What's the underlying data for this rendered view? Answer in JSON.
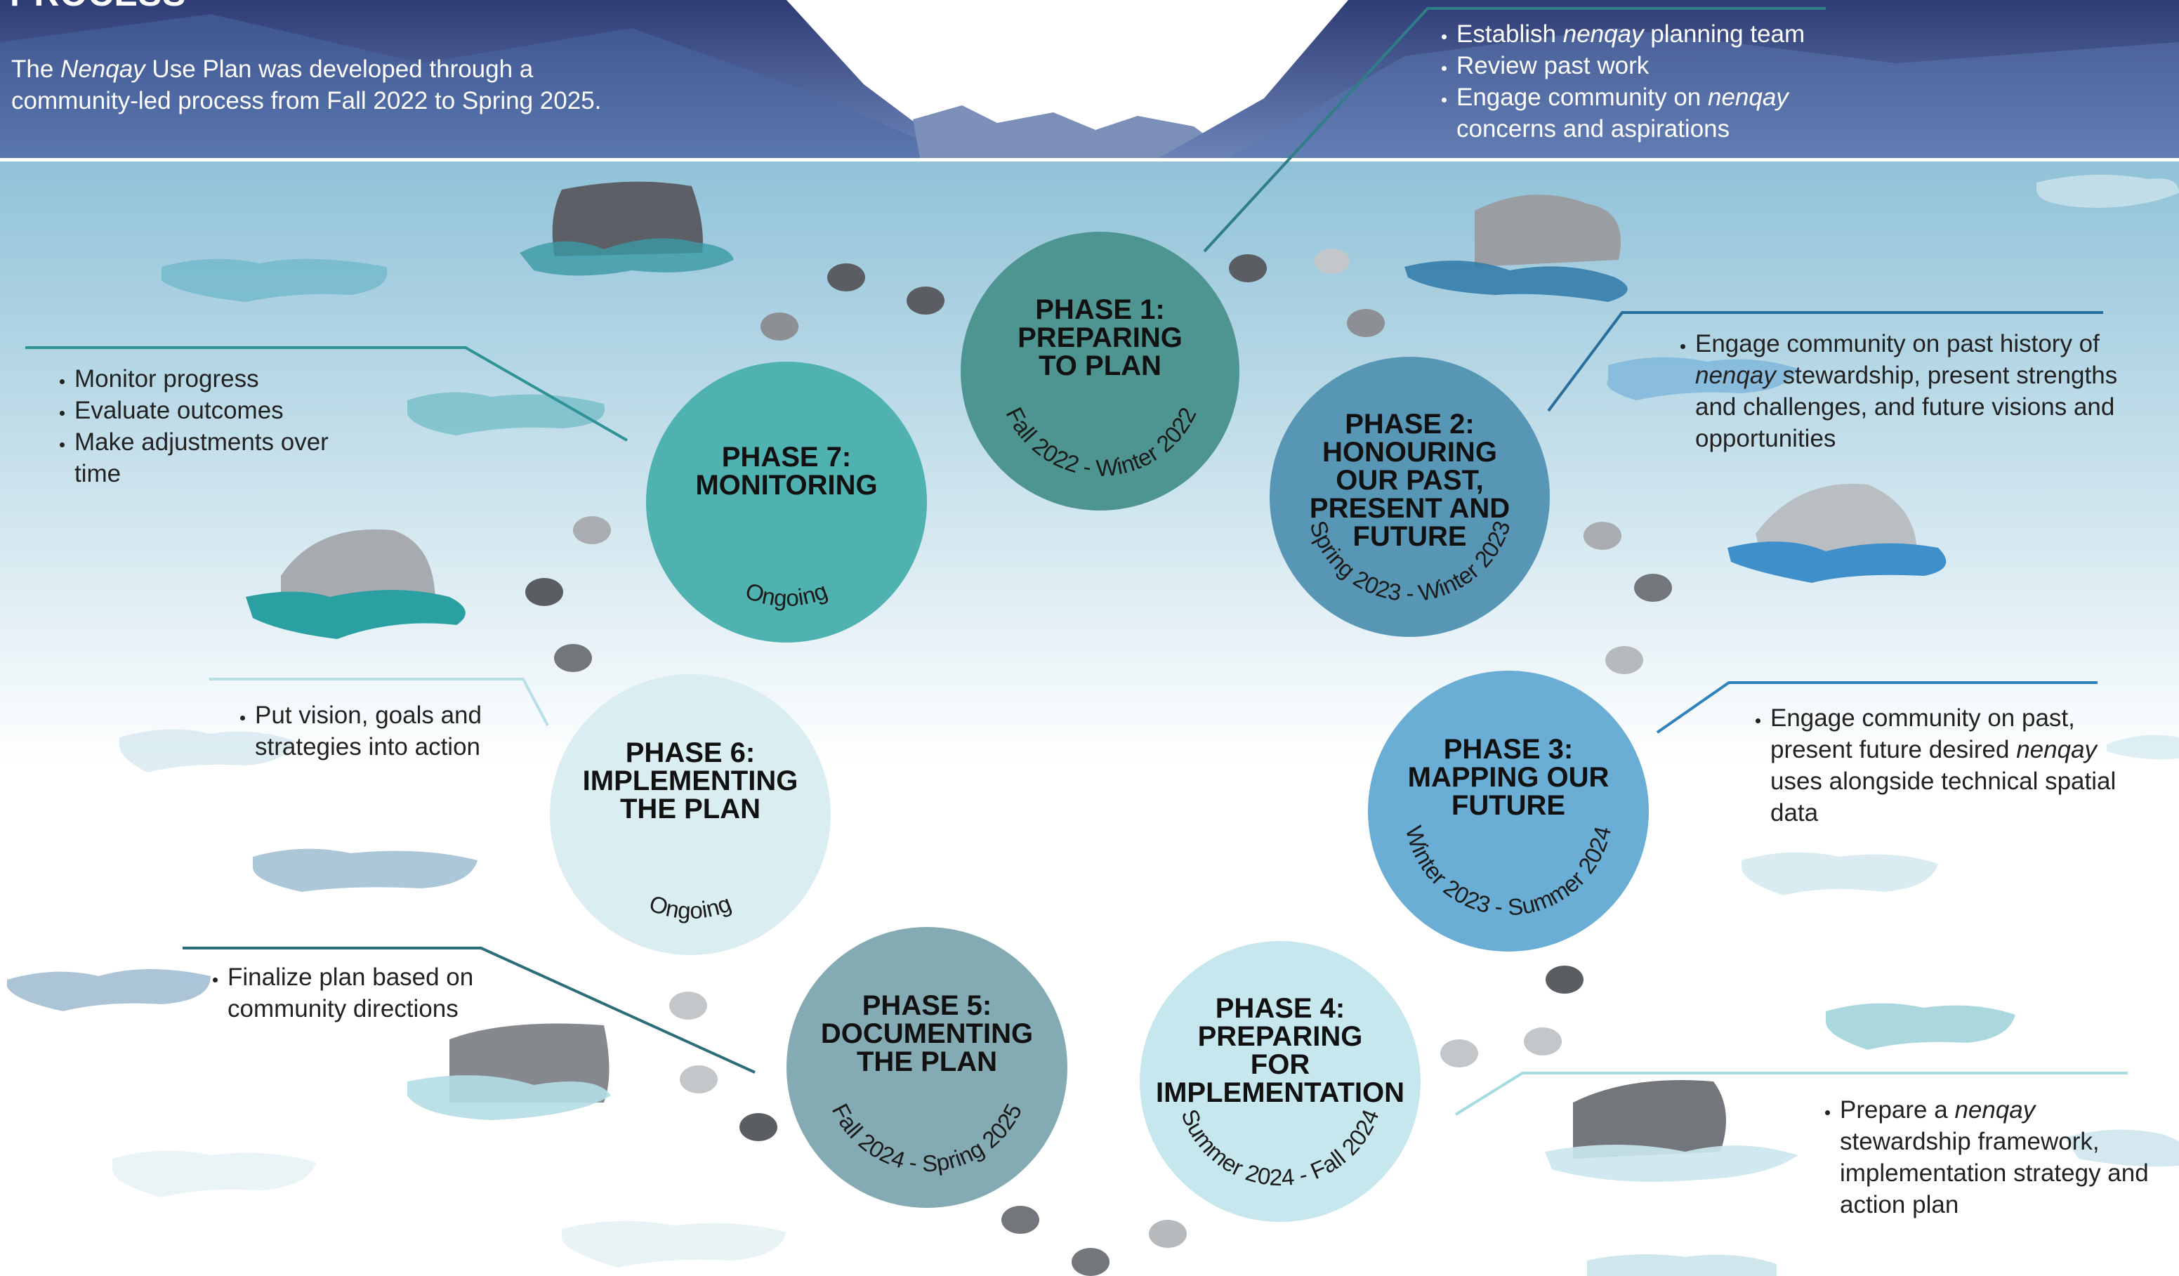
{
  "header": {
    "title": "PROCESS",
    "intro_lines": [
      [
        "The ",
        {
          "i": "Nenqay"
        },
        " Use Plan was developed through a"
      ],
      [
        "community-led process from Fall 2022 to Spring 2025."
      ]
    ]
  },
  "phases": [
    {
      "id": "p1",
      "title_lines": [
        "PHASE 1:",
        "PREPARING",
        "TO PLAN"
      ],
      "dates": "Fall 2022 - Winter 2022",
      "color": "#4e9592"
    },
    {
      "id": "p2",
      "title_lines": [
        "PHASE 2:",
        "HONOURING",
        "OUR PAST,",
        "PRESENT AND",
        "FUTURE"
      ],
      "dates": "Spring 2023 - Winter 2023",
      "color": "#5896b6"
    },
    {
      "id": "p3",
      "title_lines": [
        "PHASE 3:",
        "MAPPING OUR",
        "FUTURE"
      ],
      "dates": "Winter 2023 - Summer 2024",
      "color": "#6aaed6"
    },
    {
      "id": "p4",
      "title_lines": [
        "PHASE 4:",
        "PREPARING",
        "FOR",
        "IMPLEMENTATION"
      ],
      "dates": "Summer 2024 - Fall 2024",
      "color": "#c6e7ee"
    },
    {
      "id": "p5",
      "title_lines": [
        "PHASE 5:",
        "DOCUMENTING",
        "THE PLAN"
      ],
      "dates": "Fall 2024 - Spring 2025",
      "color": "#84aab3"
    },
    {
      "id": "p6",
      "title_lines": [
        "PHASE 6:",
        "IMPLEMENTING",
        "THE PLAN"
      ],
      "dates": "Ongoing",
      "color": "#daedf1"
    },
    {
      "id": "p7",
      "title_lines": [
        "PHASE 7:",
        "MONITORING"
      ],
      "dates": "Ongoing",
      "color": "#4fb1b0"
    }
  ],
  "notes": {
    "phase1": [
      [
        {
          "t": "Establish "
        },
        {
          "i": "nenqay"
        },
        {
          "t": " planning team"
        }
      ],
      [
        {
          "t": "Review past work"
        }
      ],
      [
        {
          "t": "Engage community on "
        },
        {
          "i": "nenqay"
        },
        {
          "t": " concerns and aspirations"
        }
      ]
    ],
    "phase2": [
      [
        {
          "t": "Engage community on past history of "
        },
        {
          "i": "nenqay"
        },
        {
          "t": " stewardship, present strengths and challenges, and future visions and opportunities"
        }
      ]
    ],
    "phase3": [
      [
        {
          "t": "Engage community on past, present  future desired "
        },
        {
          "i": "nenqay"
        },
        {
          "t": " uses alongside technical spatial data"
        }
      ]
    ],
    "phase4": [
      [
        {
          "t": "Prepare a "
        },
        {
          "i": "nenqay"
        },
        {
          "t": " stewardship framework, implementation strategy and action plan"
        }
      ]
    ],
    "phase5": [
      [
        {
          "t": "Finalize plan based on community directions"
        }
      ]
    ],
    "phase6": [
      [
        {
          "t": "Put vision, goals and strategies into action"
        }
      ]
    ],
    "phase7": [
      [
        {
          "t": "Monitor progress"
        }
      ],
      [
        {
          "t": "Evaluate outcomes"
        }
      ],
      [
        {
          "t": "Make adjustments over time"
        }
      ]
    ]
  }
}
